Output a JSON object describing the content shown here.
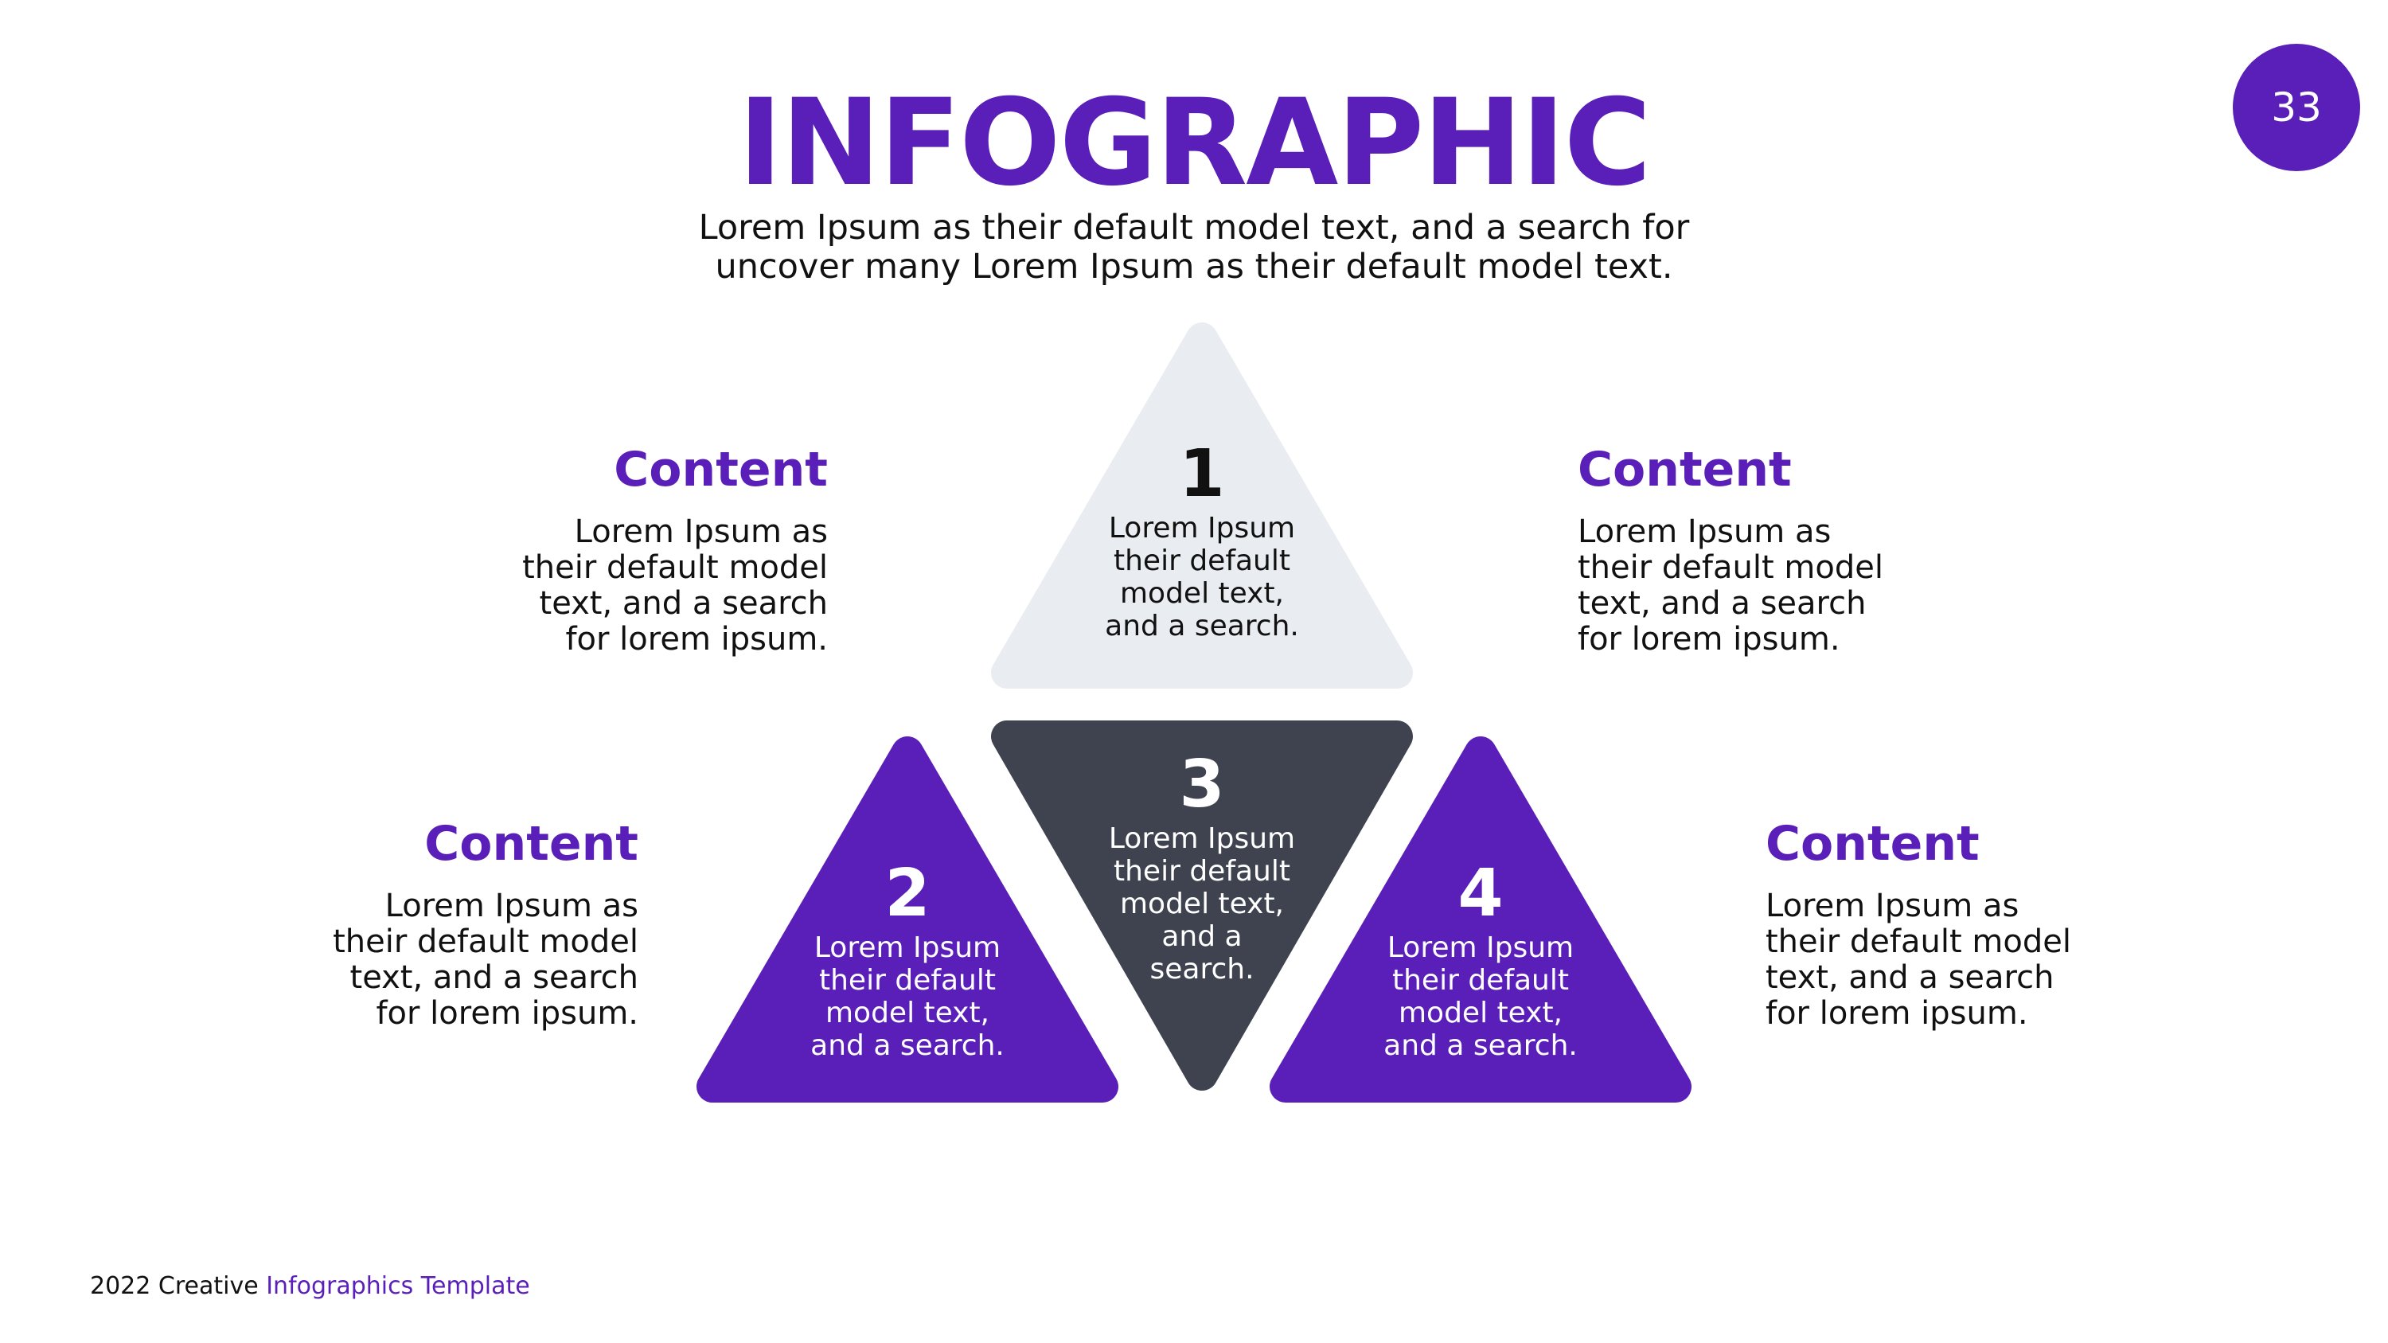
{
  "page_number": "33",
  "title": "INFOGRAPHIC",
  "subtitle": {
    "line1": "Lorem Ipsum as their default model text, and a search for",
    "line2": "uncover many Lorem Ipsum as their default model text."
  },
  "colors": {
    "primary": "#5a1fb8",
    "dark": "#3e434f",
    "light": "#e9ecf1",
    "text": "#111111"
  },
  "triangles": [
    {
      "number": "1",
      "lines": [
        "Lorem Ipsum",
        "their default",
        "model text,",
        "and a search."
      ],
      "fill": "#e9ecf1",
      "text_color": "#111111"
    },
    {
      "number": "2",
      "lines": [
        "Lorem Ipsum",
        "their default",
        "model text,",
        "and a search."
      ],
      "fill": "#5a1fb8",
      "text_color": "#ffffff"
    },
    {
      "number": "3",
      "lines": [
        "Lorem Ipsum",
        "their default",
        "model text,",
        "and a",
        "search."
      ],
      "fill": "#3e434f",
      "text_color": "#ffffff"
    },
    {
      "number": "4",
      "lines": [
        "Lorem Ipsum",
        "their default",
        "model text,",
        "and a search."
      ],
      "fill": "#5a1fb8",
      "text_color": "#ffffff"
    }
  ],
  "content_blocks": [
    {
      "title": "Content",
      "lines": [
        "Lorem Ipsum as",
        "their default model",
        "text, and a search",
        "for lorem ipsum."
      ]
    },
    {
      "title": "Content",
      "lines": [
        "Lorem Ipsum as",
        "their default model",
        "text, and a search",
        "for lorem ipsum."
      ]
    },
    {
      "title": "Content",
      "lines": [
        "Lorem Ipsum as",
        "their default model",
        "text, and a search",
        "for lorem ipsum."
      ]
    },
    {
      "title": "Content",
      "lines": [
        "Lorem Ipsum as",
        "their default model",
        "text, and a search",
        "for lorem ipsum."
      ]
    }
  ],
  "footer": {
    "prefix": "2022 Creative ",
    "accent": "Infographics Template"
  }
}
